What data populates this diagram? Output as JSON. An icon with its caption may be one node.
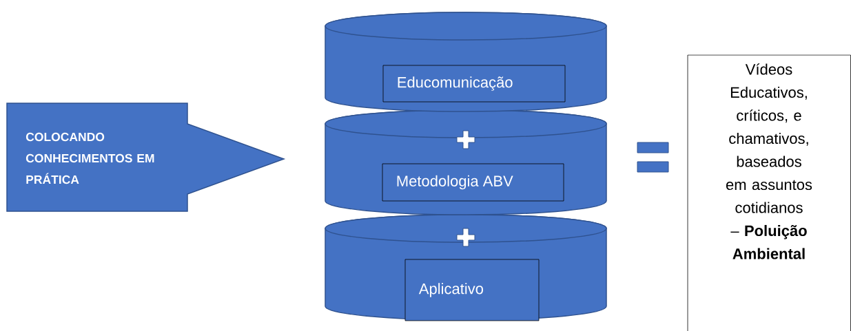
{
  "diagram": {
    "nodes": [
      {
        "text": [
          "COLOCANDO CONHECIMENTOS EM PRÁTICA"
        ]
      },
      {
        "text": [],
        "shape": "cylinder"
      },
      {
        "text": [
          "Educomunicação"
        ],
        "in": 1
      },
      {
        "text": [],
        "shape": "cylinder"
      },
      {
        "text": [
          "Metodologia ABV"
        ],
        "in": 3
      },
      {
        "text": [],
        "shape": "cylinder"
      },
      {
        "text": [
          "Aplicativo"
        ],
        "in": 5
      },
      {
        "text": [
          "Vídeos Educativos, críticos, e chamativos, baseados em assuntos cotidianos – **Poluição Ambiental**"
        ]
      }
    ]
  }
}
